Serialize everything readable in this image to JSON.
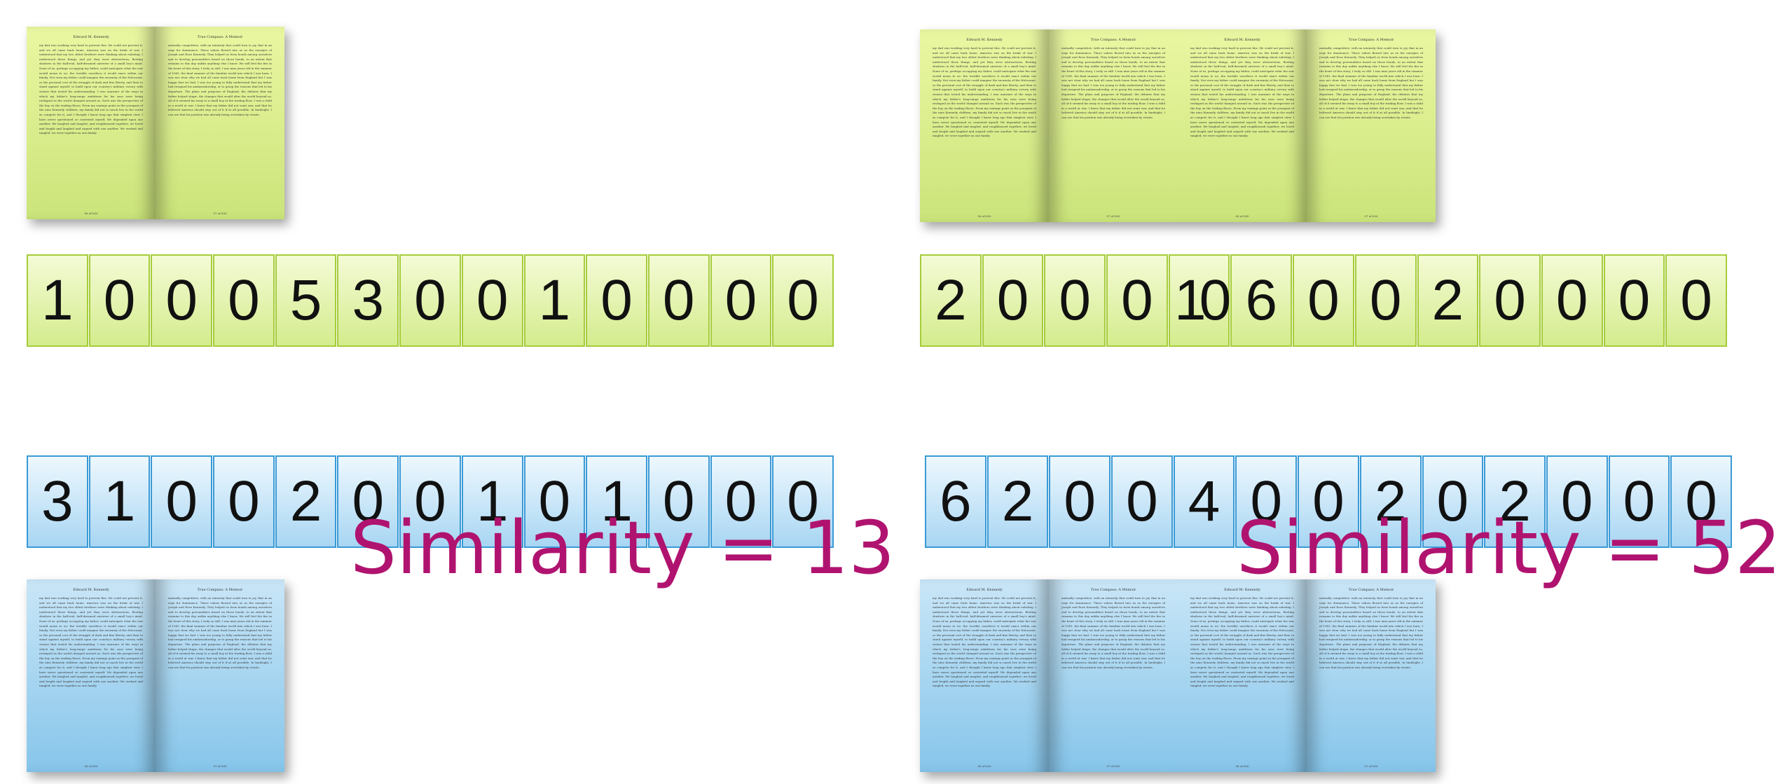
{
  "left_example": {
    "top_document": {
      "color": "#d6ec8a",
      "left_header": "Edward M. Kennedy",
      "right_header": "True Compass: A Memoir",
      "left_text": "my dad was working very hard to prevent this. He could not prevent it, and we all came back home. America was on the brink of war. I understood that my two oldest brothers were thinking about enlisting. I understood these things, and yet they were abstractions, fleeting shadows in the half-real, half-dreamed universe of a small boy's mind. None of us, perhaps occupying my father, could anticipate what the war would mean to us: the terrible sacrifices it would exact within our family. Not even my father could imagine the enormity of the Holocaust, or the personal cost of the struggle of dark and fine liberty, and then to stand against myself, to build upon our country's military victory with visions that tested his understanding. I was unaware of the ways in which my father's long-range ambitions for his sons were being reshaped as the world changed around us. Such was the perspective of the boy on the trading floors. From my vantage point as the youngest of the nine Kennedy children, my family did not so much live in the world as compete for it, and I thought I knew long ago that simplest view. I have never questioned or contested myself. We depended upon one another. We laughed and tangled, and roughhoused together; we loved and fought and laughed and argued with one another. We worked and tangled, we were together as one family.",
      "right_text": "mutually competitive, with an intensity that could turn to joy that in an urge for dominance. Those values flowed into us as the energies of Joseph and Rose Kennedy. They helped us form bonds among ourselves and to develop personalities based on those bonds, to an extent that remains to this day unlike anything else I know. We still feel the fire in the heart of this story; I truly so still. I was nine years old in the summer of 1941, the final summer of the familiar world into which I was born. I was not clear why we had all come back home from England but I was happy that we had. I was too young to fully understand that my father had resigned his ambassadorship, or to grasp the reasons that led to his departure. The plans and purposes of England, the debates that my father helped shape, the changes that would alter the world beyond us, all of it seemed far away to a small boy at the trading floor. I was a child in a world at war. I knew that my father did not want war, and that he believed America should stay out of it if at all possible. In hindsight, I can see that his position was already being overtaken by events.",
      "left_page_number": "96 of 830",
      "right_page_number": "97 of 830"
    },
    "top_codes": [
      "1",
      "0",
      "0",
      "0",
      "5",
      "3",
      "0",
      "0",
      "1",
      "0",
      "0",
      "0",
      "0"
    ],
    "bottom_codes": [
      "3",
      "1",
      "0",
      "0",
      "2",
      "0",
      "0",
      "1",
      "0",
      "1",
      "0",
      "0",
      "0"
    ],
    "similarity_label": "Similarity = 13",
    "bottom_document": {
      "color": "#9fd1f0",
      "left_header": "Edward M. Kennedy",
      "right_header": "True Compass: A Memoir",
      "left_text": "my dad was working very hard to prevent this. He could not prevent it, and we all came back home. America was on the brink of war. I understood that my two oldest brothers were thinking about enlisting. I understood these things, and yet they were abstractions, fleeting shadows in the half-real, half-dreamed universe of a small boy's mind. None of us, perhaps occupying my father, could anticipate what the war would mean to us: the terrible sacrifices it would exact within our family. Not even my father could imagine the enormity of the Holocaust, or the personal cost of the struggle of dark and fine liberty, and then to stand against myself, to build upon our country's military victory with visions that tested his understanding. I was unaware of the ways in which my father's long-range ambitions for his sons were being reshaped as the world changed around us. Such was the perspective of the boy on the trading floors. From my vantage point as the youngest of the nine Kennedy children, my family did not so much live in the world as compete for it, and I thought I knew long ago that simplest view. I have never questioned or contested myself. We depended upon one another. We laughed and tangled, and roughhoused together; we loved and fought and laughed and argued with one another. We worked and tangled, we were together as one family.",
      "right_text": "mutually competitive, with an intensity that could turn to joy that in an urge for dominance. Those values flowed into us as the energies of Joseph and Rose Kennedy. They helped us form bonds among ourselves and to develop personalities based on those bonds, to an extent that remains to this day unlike anything else I know. We still feel the fire in the heart of this story; I truly so still. I was nine years old in the summer of 1941, the final summer of the familiar world into which I was born. I was not clear why we had all come back home from England but I was happy that we had. I was too young to fully understand that my father had resigned his ambassadorship, or to grasp the reasons that led to his departure. The plans and purposes of England, the debates that my father helped shape, the changes that would alter the world beyond us, all of it seemed far away to a small boy at the trading floor. I was a child in a world at war. I knew that my father did not want war, and that he believed America should stay out of it if at all possible. In hindsight, I can see that his position was already being overtaken by events.",
      "left_page_number": "96 of 830",
      "right_page_number": "97 of 830"
    }
  },
  "right_example": {
    "top_document": {
      "color": "#d6ec8a",
      "left_header": "Edward M. Kennedy",
      "right_header": "True Compass: A Memoir",
      "left_text": "my dad was working very hard to prevent this. He could not prevent it, and we all came back home. America was on the brink of war. I understood that my two oldest brothers were thinking about enlisting. I understood these things, and yet they were abstractions, fleeting shadows in the half-real, half-dreamed universe of a small boy's mind. None of us, perhaps occupying my father, could anticipate what the war would mean to us: the terrible sacrifices it would exact within our family. Not even my father could imagine the enormity of the Holocaust, or the personal cost of the struggle of dark and fine liberty, and then to stand against myself, to build upon our country's military victory with visions that tested his understanding. I was unaware of the ways in which my father's long-range ambitions for his sons were being reshaped as the world changed around us. Such was the perspective of the boy on the trading floors. From my vantage point as the youngest of the nine Kennedy children, my family did not so much live in the world as compete for it, and I thought I knew long ago that simplest view. I have never questioned or contested myself. We depended upon one another. We laughed and tangled, and roughhoused together; we loved and fought and laughed and argued with one another. We worked and tangled, we were together as one family.",
      "right_text": "mutually competitive, with an intensity that could turn to joy that in an urge for dominance. Those values flowed into us as the energies of Joseph and Rose Kennedy. They helped us form bonds among ourselves and to develop personalities based on those bonds, to an extent that remains to this day unlike anything else I know. We still feel the fire in the heart of this story; I truly so still. I was nine years old in the summer of 1941, the final summer of the familiar world into which I was born. I was not clear why we had all come back home from England but I was happy that we had. I was too young to fully understand that my father had resigned his ambassadorship, or to grasp the reasons that led to his departure. The plans and purposes of England, the debates that my father helped shape, the changes that would alter the world beyond us, all of it seemed far away to a small boy at the trading floor. I was a child in a world at war. I knew that my father did not want war, and that he believed America should stay out of it if at all possible. In hindsight, I can see that his position was already being overtaken by events.",
      "left_page_number": "96 of 830",
      "right_page_number": "97 of 830"
    },
    "top_codes": [
      "2",
      "0",
      "0",
      "0",
      "10",
      "6",
      "0",
      "0",
      "2",
      "0",
      "0",
      "0",
      "0"
    ],
    "bottom_codes": [
      "6",
      "2",
      "0",
      "0",
      "4",
      "0",
      "0",
      "2",
      "0",
      "2",
      "0",
      "0",
      "0"
    ],
    "similarity_label": "Similarity = 52",
    "bottom_document": {
      "color": "#9fd1f0",
      "left_header": "Edward M. Kennedy",
      "right_header": "True Compass: A Memoir",
      "left_text": "my dad was working very hard to prevent this. He could not prevent it, and we all came back home. America was on the brink of war. I understood that my two oldest brothers were thinking about enlisting. I understood these things, and yet they were abstractions, fleeting shadows in the half-real, half-dreamed universe of a small boy's mind. None of us, perhaps occupying my father, could anticipate what the war would mean to us: the terrible sacrifices it would exact within our family. Not even my father could imagine the enormity of the Holocaust, or the personal cost of the struggle of dark and fine liberty, and then to stand against myself, to build upon our country's military victory with visions that tested his understanding. I was unaware of the ways in which my father's long-range ambitions for his sons were being reshaped as the world changed around us. Such was the perspective of the boy on the trading floors. From my vantage point as the youngest of the nine Kennedy children, my family did not so much live in the world as compete for it, and I thought I knew long ago that simplest view. I have never questioned or contested myself. We depended upon one another. We laughed and tangled, and roughhoused together; we loved and fought and laughed and argued with one another. We worked and tangled, we were together as one family.",
      "right_text": "mutually competitive, with an intensity that could turn to joy that in an urge for dominance. Those values flowed into us as the energies of Joseph and Rose Kennedy. They helped us form bonds among ourselves and to develop personalities based on those bonds, to an extent that remains to this day unlike anything else I know. We still feel the fire in the heart of this story; I truly so still. I was nine years old in the summer of 1941, the final summer of the familiar world into which I was born. I was not clear why we had all come back home from England but I was happy that we had. I was too young to fully understand that my father had resigned his ambassadorship, or to grasp the reasons that led to his departure. The plans and purposes of England, the debates that my father helped shape, the changes that would alter the world beyond us, all of it seemed far away to a small boy at the trading floor. I was a child in a world at war. I knew that my father did not want war, and that he believed America should stay out of it if at all possible. In hindsight, I can see that his position was already being overtaken by events.",
      "left_page_number": "96 of 830",
      "right_page_number": "97 of 830"
    }
  }
}
